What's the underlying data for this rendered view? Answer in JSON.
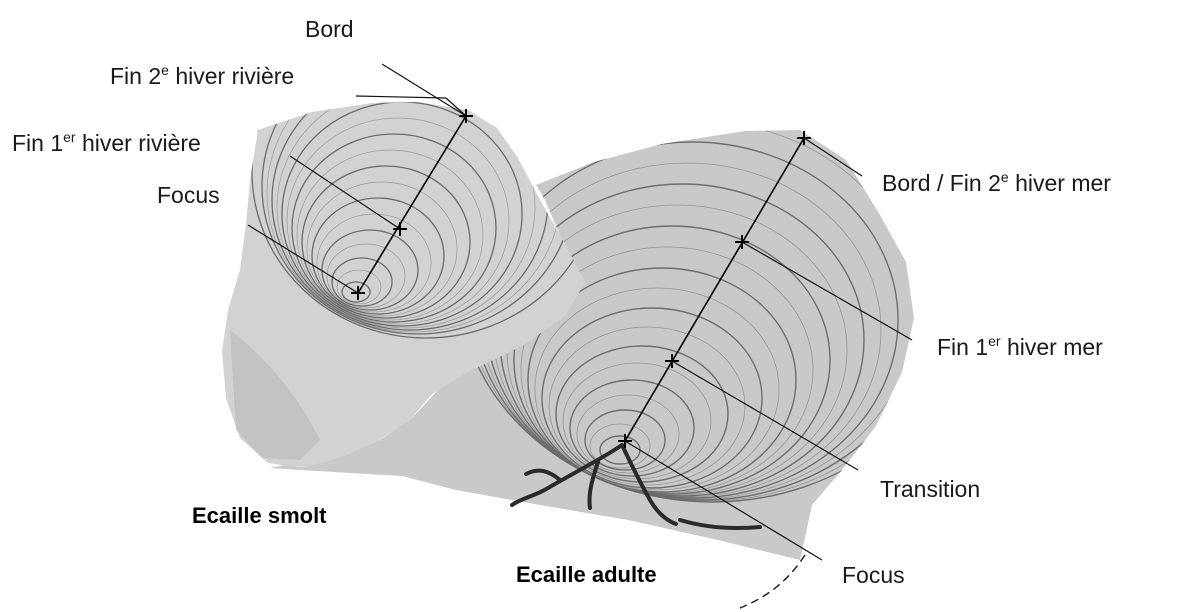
{
  "figure": {
    "left_labels": {
      "bord": "Bord",
      "fin2_riviere": {
        "pre": "Fin 2",
        "sup": "e",
        "post": " hiver rivière"
      },
      "fin1_riviere": {
        "pre": "Fin 1",
        "sup": "er",
        "post": " hiver rivière"
      },
      "focus": "Focus"
    },
    "right_labels": {
      "bord_fin2_mer": {
        "pre": "Bord / Fin 2",
        "sup": "e",
        "post": " hiver mer"
      },
      "fin1_mer": {
        "pre": "Fin 1",
        "sup": "er",
        "post": " hiver mer"
      },
      "transition": "Transition",
      "focus": "Focus"
    },
    "captions": {
      "smolt": "Ecaille smolt",
      "adulte": "Ecaille adulte"
    }
  }
}
